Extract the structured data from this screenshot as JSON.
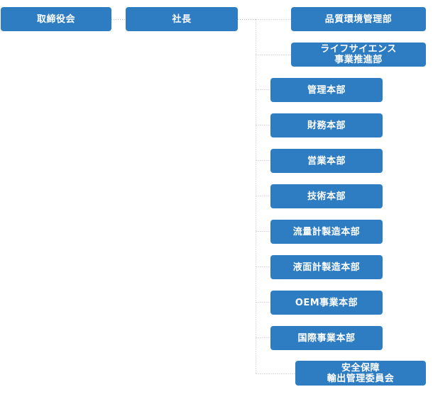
{
  "org_chart": {
    "board": "取締役会",
    "president": "社長",
    "departments": [
      "品質環境管理部",
      "ライフサイエンス\n事業推進部",
      "管理本部",
      "財務本部",
      "営業本部",
      "技術本部",
      "流量計製造本部",
      "液面計製造本部",
      "OEM事業本部",
      "国際事業本部",
      "安全保障\n輸出管理委員会"
    ]
  },
  "colors": {
    "box_fill": "#2e7dc3",
    "box_text": "#ffffff",
    "connector": "#b8b8b8"
  }
}
